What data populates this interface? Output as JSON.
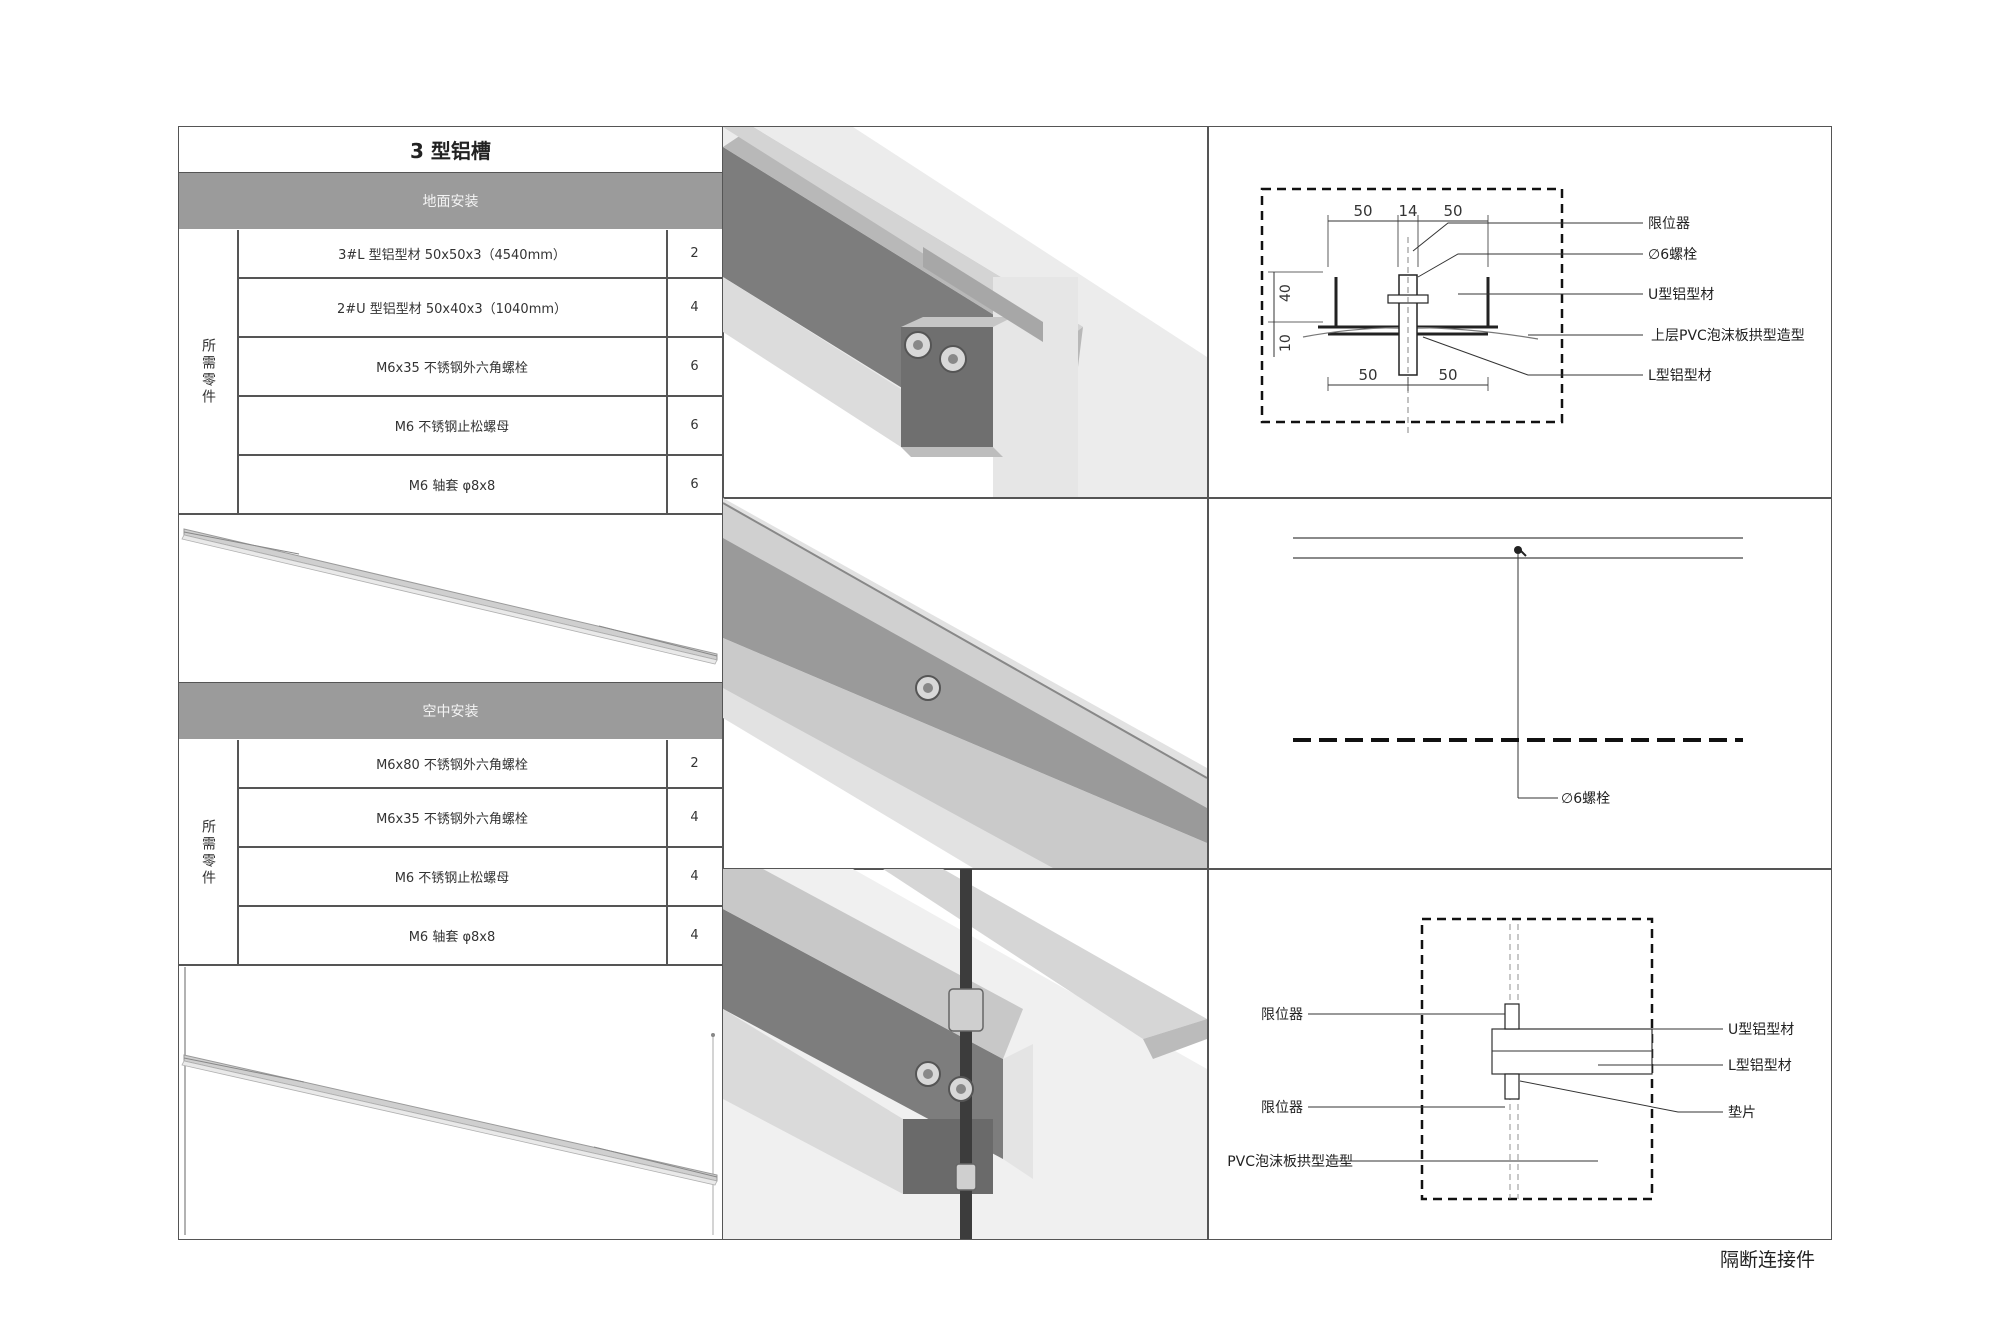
{
  "title": "3 型铝槽",
  "ground": {
    "banner": "地面安装",
    "side_label": "所需零件",
    "rows": [
      {
        "name": "3#L 型铝型材 50x50x3（4540mm）",
        "qty": "2"
      },
      {
        "name": "2#U 型铝型材 50x40x3（1040mm）",
        "qty": "4"
      },
      {
        "name": "M6x35 不锈钢外六角螺栓",
        "qty": "6"
      },
      {
        "name": "M6 不锈钢止松螺母",
        "qty": "6"
      },
      {
        "name": "M6 轴套 φ8x8",
        "qty": "6"
      }
    ]
  },
  "air": {
    "banner": "空中安装",
    "side_label": "所需零件",
    "rows": [
      {
        "name": "M6x80 不锈钢外六角螺栓",
        "qty": "2"
      },
      {
        "name": "M6x35 不锈钢外六角螺栓",
        "qty": "4"
      },
      {
        "name": "M6 不锈钢止松螺母",
        "qty": "4"
      },
      {
        "name": "M6 轴套 φ8x8",
        "qty": "4"
      }
    ]
  },
  "detail_top": {
    "dims_top": [
      "50",
      "14",
      "50"
    ],
    "dims_bottom": [
      "50",
      "50"
    ],
    "dims_left": [
      "40",
      "10"
    ],
    "labels": [
      "限位器",
      "∅6螺栓",
      "U型铝型材",
      "上层PVC泡沫板拱型造型",
      "L型铝型材"
    ]
  },
  "detail_mid": {
    "label": "∅6螺栓"
  },
  "detail_bottom": {
    "labels_left": [
      "限位器",
      "限位器",
      "PVC泡沫板拱型造型"
    ],
    "labels_right": [
      "U型铝型材",
      "L型铝型材",
      "垫片"
    ]
  },
  "footer": "隔断连接件",
  "colors": {
    "banner": "#9b9b9b",
    "line": "#555555",
    "metal_dark": "#7a7a7a",
    "metal_light": "#d9d9d9"
  }
}
